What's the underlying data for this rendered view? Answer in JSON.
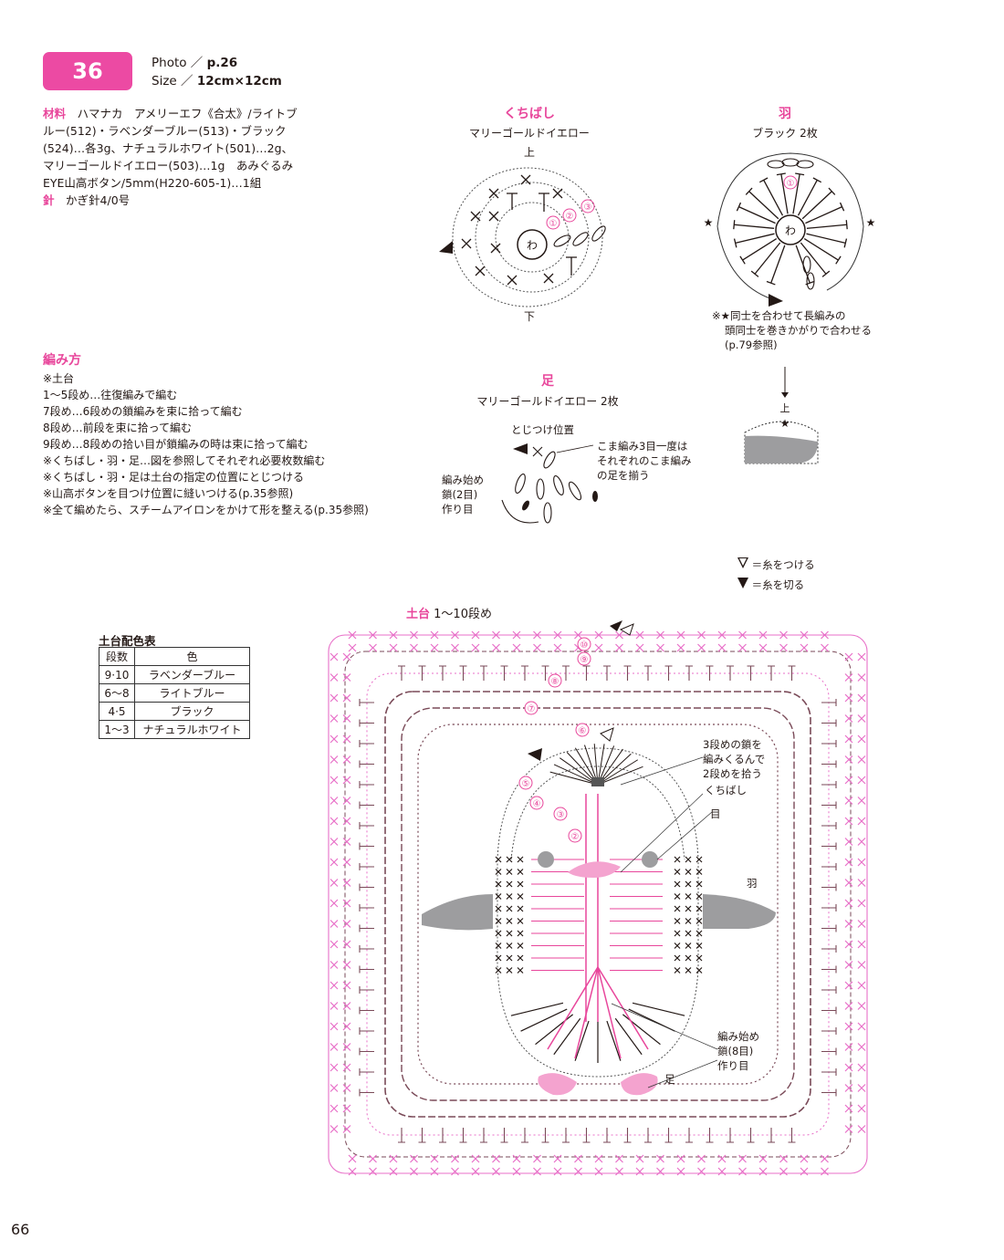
{
  "header": {
    "pattern_number": "36",
    "photo_label": "Photo ／",
    "photo_value": "p.26",
    "size_label": "Size ／",
    "size_value": "12cm×12cm"
  },
  "materials": {
    "label": "材料",
    "lines": [
      "ハマナカ　アメリーエフ《合太》/ライトブ",
      "ルー(512)・ラベンダーブルー(513)・ブラック",
      "(524)…各3g、ナチュラルホワイト(501)…2g、",
      "マリーゴールドイエロー(503)…1g　あみぐるみ",
      "EYE山高ボタン/5mm(H220-605-1)…1組"
    ],
    "needle_label": "針",
    "needle_value": "かぎ針4/0号"
  },
  "method": {
    "heading": "編み方",
    "lines": [
      "※土台",
      "1〜5段め…往復編みで編む",
      "7段め…6段めの鎖編みを束に拾って編む",
      "8段め…前段を束に拾って編む",
      "9段め…8段めの拾い目が鎖編みの時は束に拾って編む",
      "※くちばし・羽・足…図を参照してそれぞれ必要枚数編む",
      "※くちばし・羽・足は土台の指定の位置にとじつける",
      "※山高ボタンを目つけ位置に縫いつける(p.35参照)",
      "※全て編めたら、スチームアイロンをかけて形を整える(p.35参照)"
    ]
  },
  "beak": {
    "title": "くちばし",
    "yarn": "マリーゴールドイエロー",
    "top": "上",
    "bottom": "下",
    "ring": "わ",
    "rounds": [
      "①",
      "②",
      "③"
    ]
  },
  "wing": {
    "title": "羽",
    "yarn": "ブラック 2枚",
    "ring": "わ",
    "round": "①",
    "note_lines": [
      "※★同士を合わせて長編みの",
      "頭同士を巻きかがりで合わせる",
      "(p.79参照)"
    ],
    "top": "上"
  },
  "foot": {
    "title": "足",
    "yarn": "マリーゴールドイエロー 2枚",
    "join": "とじつけ位置",
    "note_lines": [
      "こま編み3目一度は",
      "それぞれのこま編み",
      "の足を揃う"
    ],
    "start_lines": [
      "編み始め",
      "鎖(2目)",
      "作り目"
    ]
  },
  "legend": {
    "attach": "＝糸をつける",
    "cut": "＝糸を切る"
  },
  "base": {
    "title": "土台",
    "rows": "1〜10段め",
    "round_marks": [
      "⑩",
      "⑨",
      "⑧",
      "⑦",
      "⑥",
      "⑤",
      "④",
      "③",
      "②"
    ],
    "note_lines": [
      "3段めの鎖を",
      "編みくるんで",
      "2段めを拾う"
    ],
    "label_beak": "くちばし",
    "label_eye": "目",
    "label_wing": "羽",
    "start_lines": [
      "編み始め",
      "鎖(8目)",
      "作り目"
    ],
    "label_foot": "足"
  },
  "color_table": {
    "title": "土台配色表",
    "headers": [
      "段数",
      "色"
    ],
    "rows": [
      [
        "9·10",
        "ラベンダーブルー"
      ],
      [
        "6〜8",
        "ライトブルー"
      ],
      [
        "4·5",
        "ブラック"
      ],
      [
        "1〜3",
        "ナチュラルホワイト"
      ]
    ]
  },
  "colors": {
    "pink": "#e8469b",
    "lavender": "#e86fc8",
    "brown": "#7a4a58",
    "gray": "#9d9d9f",
    "ink": "#231815"
  },
  "page_number": "66"
}
